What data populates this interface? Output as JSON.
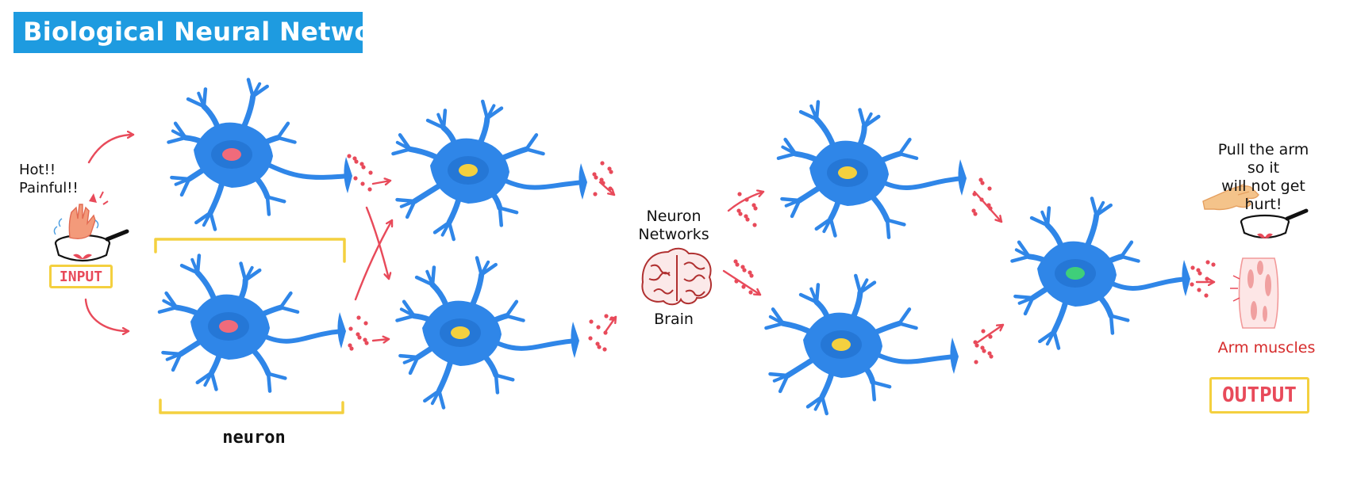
{
  "title": "Biological Neural Network",
  "labels": {
    "stimulus": "Hot!!\nPainful!!",
    "input": "INPUT",
    "neuron": "neuron",
    "networks": "Neuron\nNetworks",
    "brain": "Brain",
    "action": "Pull the arm so it\nwill not get hurt!",
    "muscles": "Arm muscles",
    "output": "OUTPUT"
  },
  "colors": {
    "banner": "#1e9be0",
    "neuron": "#2f86e8",
    "neuron_dark": "#2577d6",
    "arrow": "#e84a5a",
    "bracket": "#f4d03f",
    "nucleus_input": "#f06b7b",
    "nucleus_hidden": "#f4d03f",
    "nucleus_output": "#3fcf7a",
    "muscle_text": "#d62b2b"
  },
  "icons": [
    "hot-pan-hand-icon",
    "brain-icon",
    "pulled-hand-icon",
    "pan-icon",
    "arm-muscle-icon"
  ]
}
